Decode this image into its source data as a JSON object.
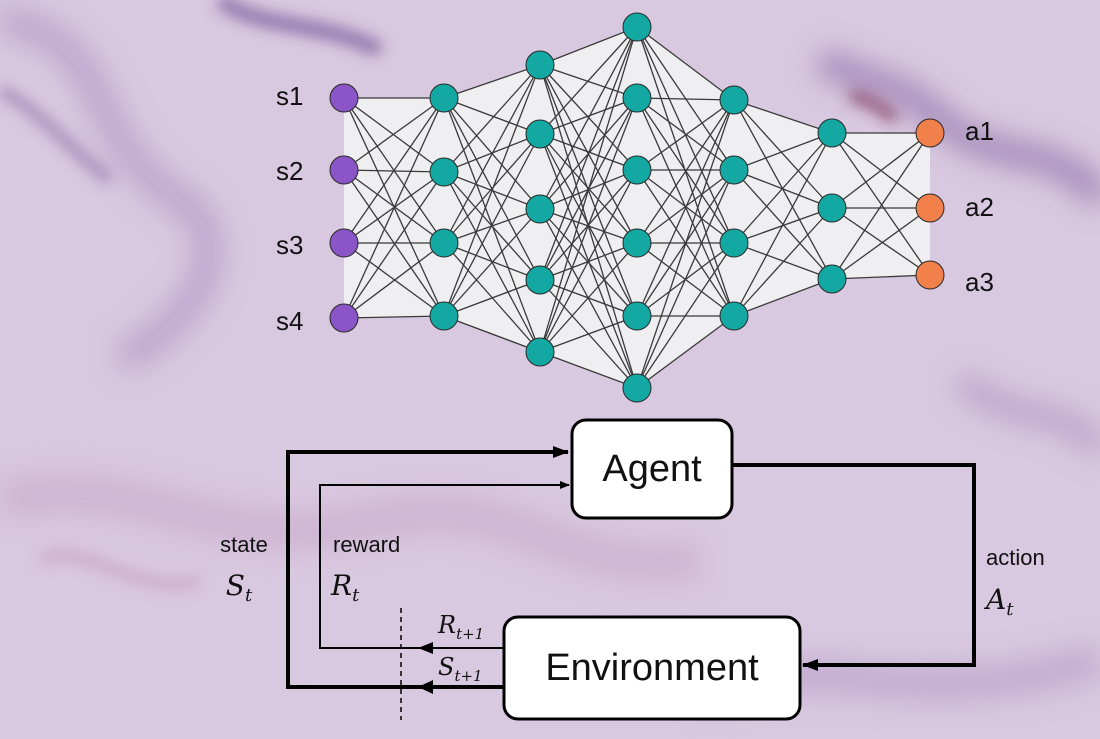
{
  "colors": {
    "input_node": "#8a55c6",
    "hidden_node": "#13a9a2",
    "output_node": "#f2804a",
    "edge": "#3a3a3a",
    "network_fill": "#f1f1f1",
    "box_fill": "#ffffff",
    "stroke": "#000000"
  },
  "network": {
    "inputs": [
      "s1",
      "s2",
      "s3",
      "s4"
    ],
    "outputs": [
      "a1",
      "a2",
      "a3"
    ],
    "layer_sizes": [
      4,
      4,
      5,
      6,
      4,
      3,
      3
    ]
  },
  "rl_loop": {
    "agent": "Agent",
    "environment": "Environment",
    "state_word": "state",
    "state_symbol": "S",
    "state_sub": "t",
    "reward_word": "reward",
    "reward_symbol": "R",
    "reward_sub": "t",
    "action_word": "action",
    "action_symbol": "A",
    "action_sub": "t",
    "next_reward_symbol": "R",
    "next_reward_sub": "t+1",
    "next_state_symbol": "S",
    "next_state_sub": "t+1"
  }
}
